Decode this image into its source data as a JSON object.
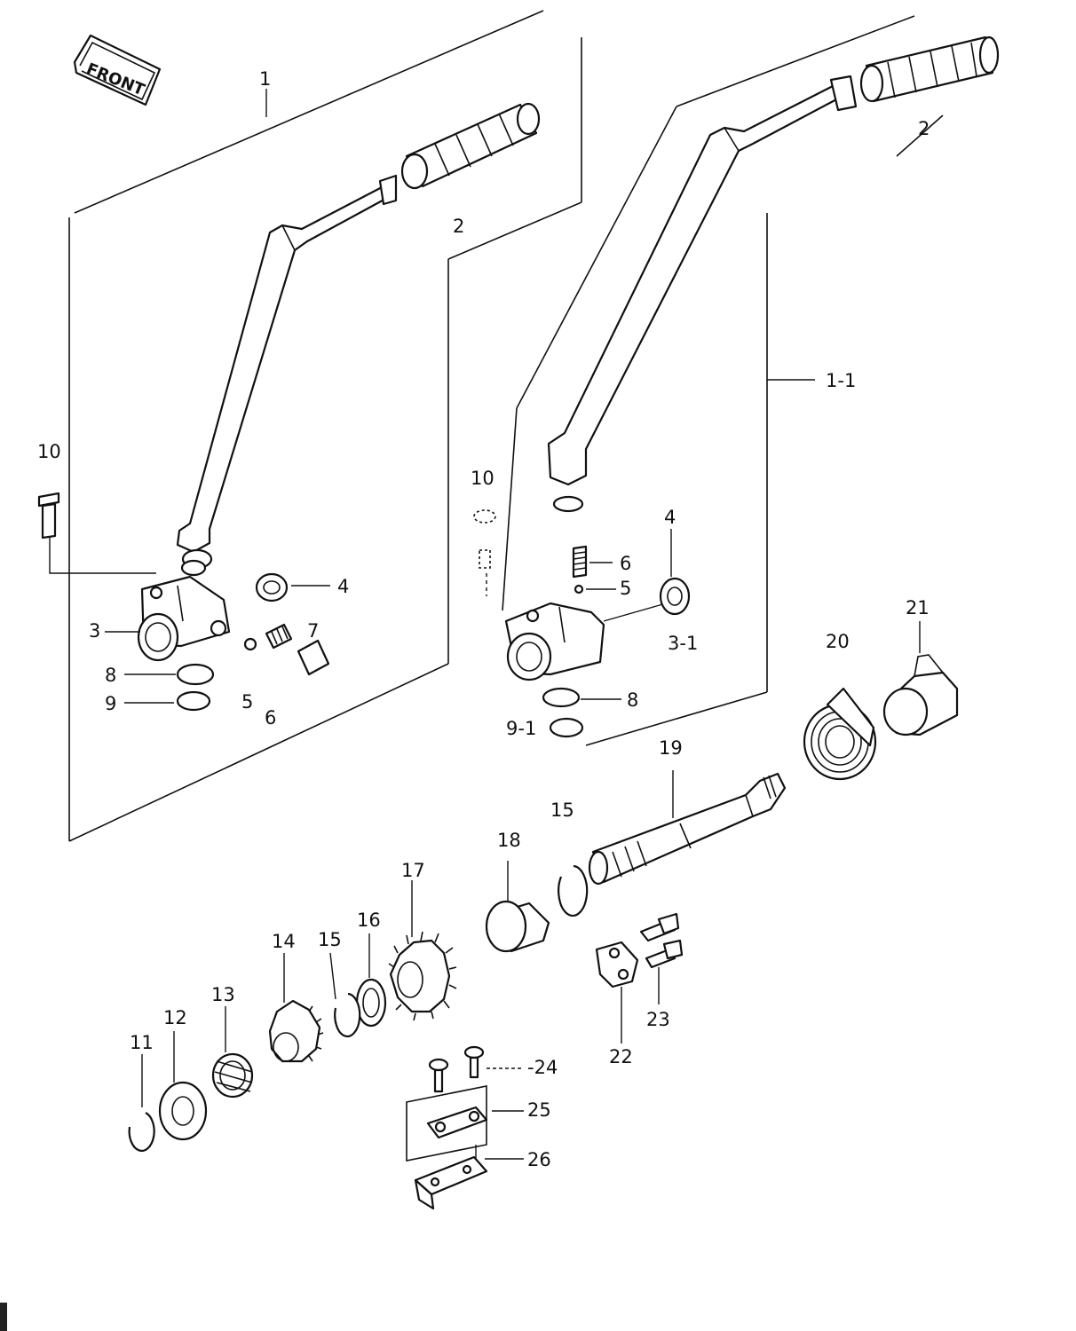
{
  "badge": {
    "text": "FRONT"
  },
  "callouts": [
    {
      "id": "l-1",
      "text": "1"
    },
    {
      "id": "l-2a",
      "text": "2"
    },
    {
      "id": "l-2b",
      "text": "2"
    },
    {
      "id": "l-1-1",
      "text": "1-1"
    },
    {
      "id": "l-10a",
      "text": "10"
    },
    {
      "id": "l-10b",
      "text": "10"
    },
    {
      "id": "l-4a",
      "text": "4"
    },
    {
      "id": "l-4b",
      "text": "4"
    },
    {
      "id": "l-3",
      "text": "3"
    },
    {
      "id": "l-7",
      "text": "7"
    },
    {
      "id": "l-8a",
      "text": "8"
    },
    {
      "id": "l-9",
      "text": "9"
    },
    {
      "id": "l-5a",
      "text": "5"
    },
    {
      "id": "l-6a",
      "text": "6"
    },
    {
      "id": "l-6b",
      "text": "6"
    },
    {
      "id": "l-5b",
      "text": "5"
    },
    {
      "id": "l-3-1",
      "text": "3-1"
    },
    {
      "id": "l-8b",
      "text": "8"
    },
    {
      "id": "l-9-1",
      "text": "9-1"
    },
    {
      "id": "l-19",
      "text": "19"
    },
    {
      "id": "l-20",
      "text": "20"
    },
    {
      "id": "l-21",
      "text": "21"
    },
    {
      "id": "l-15a",
      "text": "15"
    },
    {
      "id": "l-18",
      "text": "18"
    },
    {
      "id": "l-17",
      "text": "17"
    },
    {
      "id": "l-16",
      "text": "16"
    },
    {
      "id": "l-15b",
      "text": "15"
    },
    {
      "id": "l-14",
      "text": "14"
    },
    {
      "id": "l-13",
      "text": "13"
    },
    {
      "id": "l-12",
      "text": "12"
    },
    {
      "id": "l-11",
      "text": "11"
    },
    {
      "id": "l-22",
      "text": "22"
    },
    {
      "id": "l-23",
      "text": "23"
    },
    {
      "id": "l-24",
      "text": "-24"
    },
    {
      "id": "l-25",
      "text": "25"
    },
    {
      "id": "l-26",
      "text": "26"
    }
  ]
}
